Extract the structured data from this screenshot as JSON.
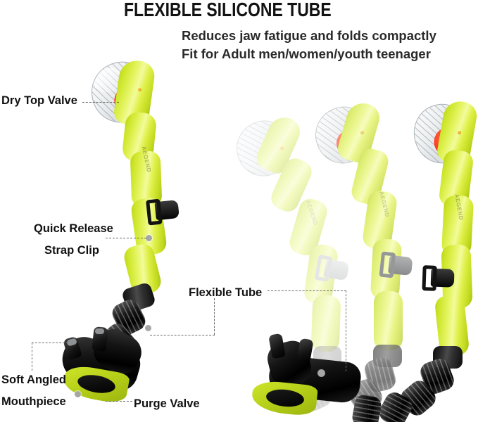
{
  "header": {
    "title": "FLEXIBLE SILICONE TUBE",
    "subtitle_line1": "Reduces jaw fatigue and folds compactly",
    "subtitle_line2": "Fit for Adult men/women/youth teenager"
  },
  "callouts": {
    "dry_top_valve": "Dry Top Valve",
    "quick_release": "Quick Release",
    "strap_clip": "Strap Clip",
    "flexible_tube": "Flexible Tube",
    "soft_angled": "Soft Angled",
    "mouthpiece": "Mouthpiece",
    "purge_valve": "Purge Valve"
  },
  "product": {
    "brand": "AEGEND",
    "colors": {
      "tube_chartreuse": "#cfe72c",
      "tube_highlight": "#f2fb9c",
      "tube_shadow": "#a4bd12",
      "black_body": "#121212",
      "float_red": "#f9361c",
      "dome_clear": "#e9edf0",
      "clip_black": "#121212",
      "clip_gray": "#616364",
      "clip_pale": "#b4b7b8",
      "leader_line": "#6d6d6d",
      "leader_dot": "#a6a6a6",
      "text": "#111111",
      "background": "#ffffff"
    },
    "ghost_opacity": {
      "faint": 0.34,
      "mid": 0.66,
      "solid": 1.0
    }
  }
}
